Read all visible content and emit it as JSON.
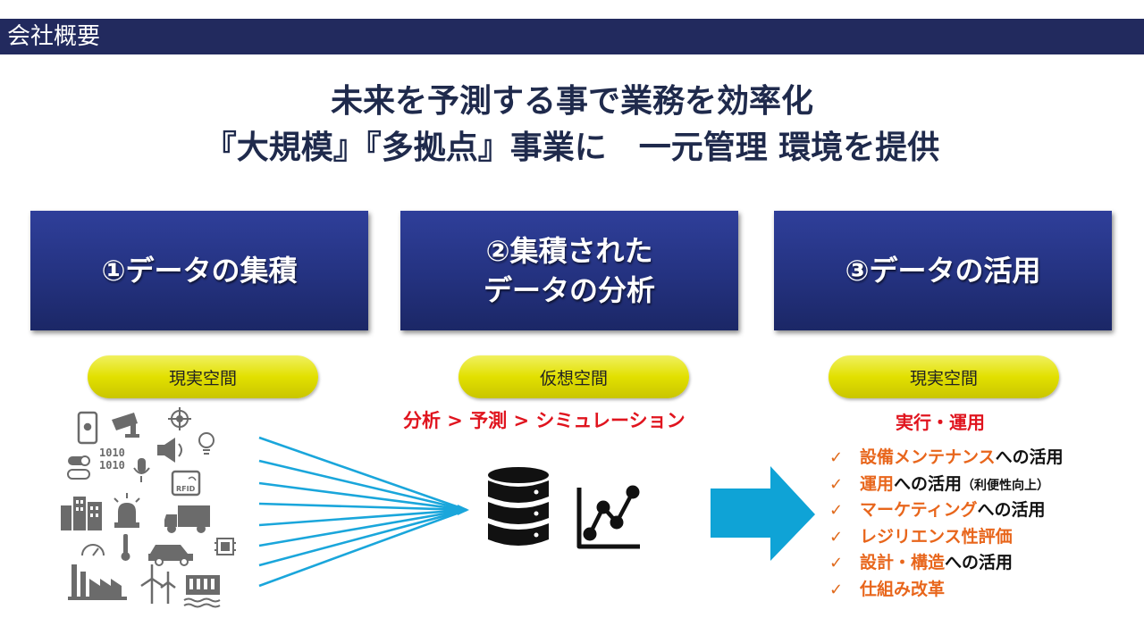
{
  "header": {
    "title": "会社概要"
  },
  "headline": {
    "line1": "未来を予測する事で業務を効率化",
    "line2": "『大規模』『多拠点』事業に　一元管理 環境を提供"
  },
  "steps": [
    {
      "lines": [
        "①データの集積"
      ]
    },
    {
      "lines": [
        "②集積された",
        "データの分析"
      ]
    },
    {
      "lines": [
        "③データの活用"
      ]
    }
  ],
  "pills": [
    "現実空間",
    "仮想空間",
    "現実空間"
  ],
  "analysis_flow": "分析 > 予測 > シミュレーション",
  "execution_label": "実行・運用",
  "rfid_text": "RFID",
  "binary_text": [
    "1010",
    "1010"
  ],
  "uses": [
    {
      "check": "✓",
      "highlight": "設備メンテナンス",
      "rest": "への活用",
      "note": ""
    },
    {
      "check": "✓",
      "highlight": "運用",
      "rest": "への活用",
      "note": "（利便性向上）"
    },
    {
      "check": "✓",
      "highlight": "マーケティング",
      "rest": "への活用",
      "note": ""
    },
    {
      "check": "✓",
      "highlight": "レジリエンス性評価",
      "rest": "",
      "note": ""
    },
    {
      "check": "✓",
      "highlight": "設計・構造",
      "rest": "への活用",
      "note": ""
    },
    {
      "check": "✓",
      "highlight": "仕組み改革",
      "rest": "",
      "note": ""
    }
  ],
  "colors": {
    "header_bg": "#222a5e",
    "box_blue": "#243280",
    "pill_yellow": "#e2e000",
    "accent_red": "#e0141e",
    "accent_orange": "#e8661c",
    "arrow_cyan": "#0fa3d6",
    "line_blue": "#1aa6db"
  },
  "icons": [
    "smartphone-icon",
    "security-camera-icon",
    "target-icon",
    "binary-data-icon",
    "speaker-icon",
    "lightbulb-icon",
    "toggle-icon",
    "microphone-icon",
    "rfid-tag-icon",
    "building-icon",
    "warning-light-icon",
    "truck-icon",
    "gauge-icon",
    "thermometer-icon",
    "car-icon",
    "chip-icon",
    "factory-icon",
    "wind-turbine-icon",
    "dam-icon",
    "database-icon",
    "line-chart-icon",
    "right-arrow-icon"
  ]
}
